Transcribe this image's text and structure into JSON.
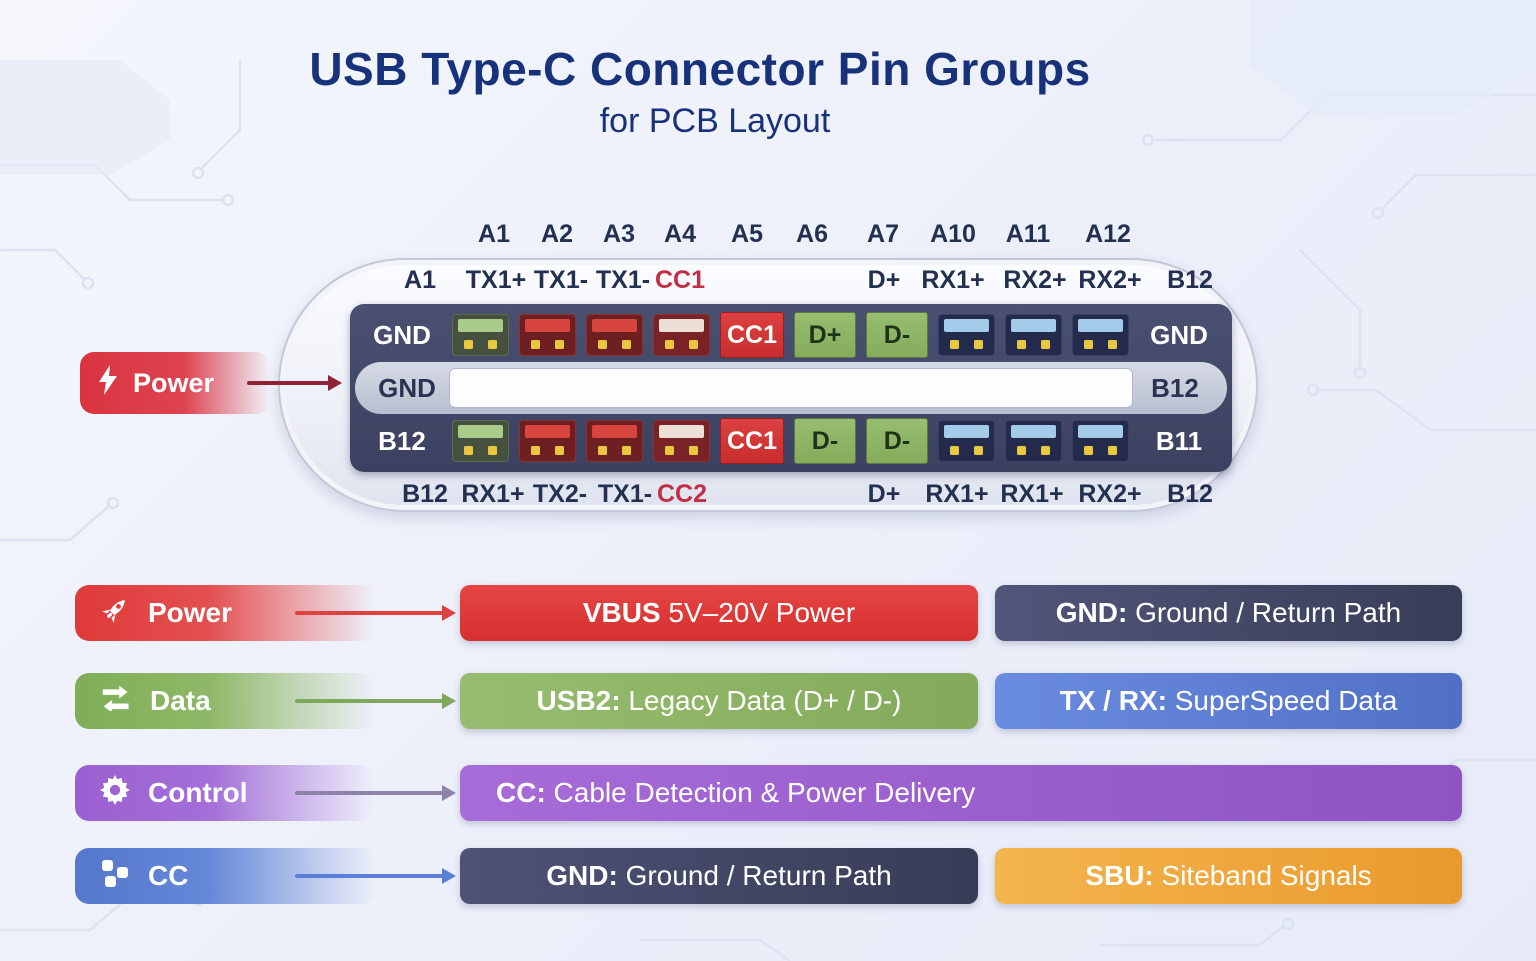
{
  "title": "USB Type-C Connector Pin Groups",
  "subtitle": "for PCB Layout",
  "connector": {
    "pin_numbers": [
      "A1",
      "A2",
      "A3",
      "A4",
      "A5",
      "A6",
      "A7",
      "A10",
      "A11",
      "A12"
    ],
    "top_names": [
      "A1",
      "TX1+",
      "TX1-",
      "TX1-",
      "CC1",
      "D+",
      "RX1+",
      "RX2+",
      "RX2+",
      "B12"
    ],
    "bottom_names": [
      "B12",
      "RX1+",
      "TX2-",
      "TX1-",
      "CC2",
      "D+",
      "RX1+",
      "RX1+",
      "RX2+",
      "B12"
    ],
    "top_row": {
      "left": "GND",
      "cc": "CC1",
      "d1": "D+",
      "d2": "D-",
      "right": "GND"
    },
    "middle_row": {
      "left": "GND",
      "right": "B12"
    },
    "bottom_row": {
      "left": "B12",
      "cc": "CC1",
      "d1": "D-",
      "d2": "D-",
      "right": "B11"
    }
  },
  "power_callout": {
    "label": "Power"
  },
  "legend": {
    "rows": [
      {
        "label": "Power",
        "icon": "rocket-icon",
        "boxes": [
          {
            "bold": "VBUS",
            "rest": " 5V–20V Power"
          },
          {
            "bold": "GND:",
            "rest": " Ground / Return Path"
          }
        ]
      },
      {
        "label": "Data",
        "icon": "swap-arrows-icon",
        "boxes": [
          {
            "bold": "USB2:",
            "rest": " Legacy Data (D+ / D-)"
          },
          {
            "bold": "TX / RX:",
            "rest": " SuperSpeed Data"
          }
        ]
      },
      {
        "label": "Control",
        "icon": "gear-icon",
        "boxes": [
          {
            "bold": "CC:",
            "rest": " Cable Detection & Power Delivery"
          }
        ]
      },
      {
        "label": "CC",
        "icon": "cluster-icon",
        "boxes": [
          {
            "bold": "GND:",
            "rest": " Ground / Return Path"
          },
          {
            "bold": "SBU:",
            "rest": " Siteband Signals"
          }
        ]
      }
    ]
  },
  "colors": {
    "title_navy": "#17327b",
    "power_red": "#e03a3a",
    "data_green": "#8fb868",
    "control_purple": "#9a5fd0",
    "cc_blue": "#5577cc",
    "gnd_navy": "#414662",
    "speed_blue": "#5e80d2",
    "sbu_orange": "#f0a43c",
    "cc_cell_red": "#d23737",
    "pin_pad_yellow": "#e9c73e",
    "label_red": "#c22f45"
  }
}
